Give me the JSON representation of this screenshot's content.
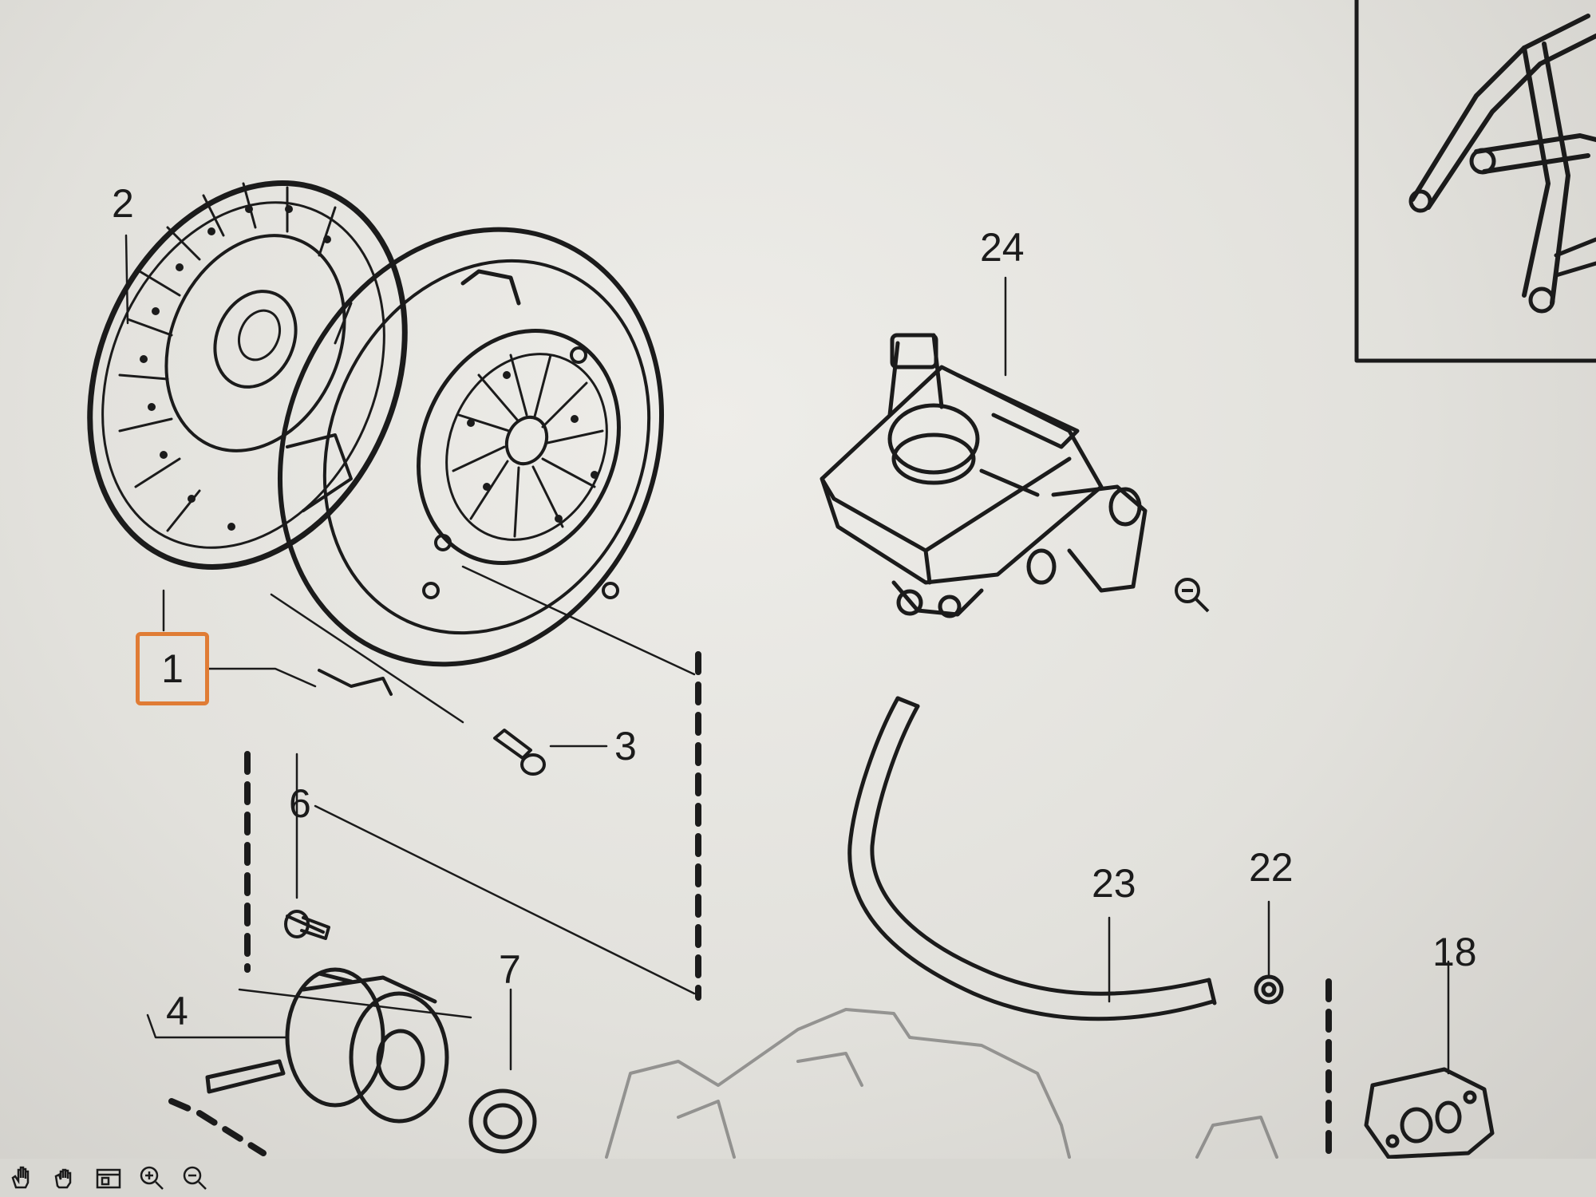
{
  "callouts": {
    "c1": "1",
    "c2": "2",
    "c3": "3",
    "c4": "4",
    "c6": "6",
    "c7": "7",
    "c18": "18",
    "c22": "22",
    "c23": "23",
    "c24": "24"
  },
  "colors": {
    "selected_callout_border": "#e07c35",
    "line_art": "#1b1b1b"
  },
  "toolbar_icons": [
    "hand-pan-icon",
    "grab-icon",
    "window-icon",
    "zoom-in-icon",
    "zoom-out-icon"
  ],
  "marker_icons": [
    "zoom-out-magnifier-icon"
  ]
}
